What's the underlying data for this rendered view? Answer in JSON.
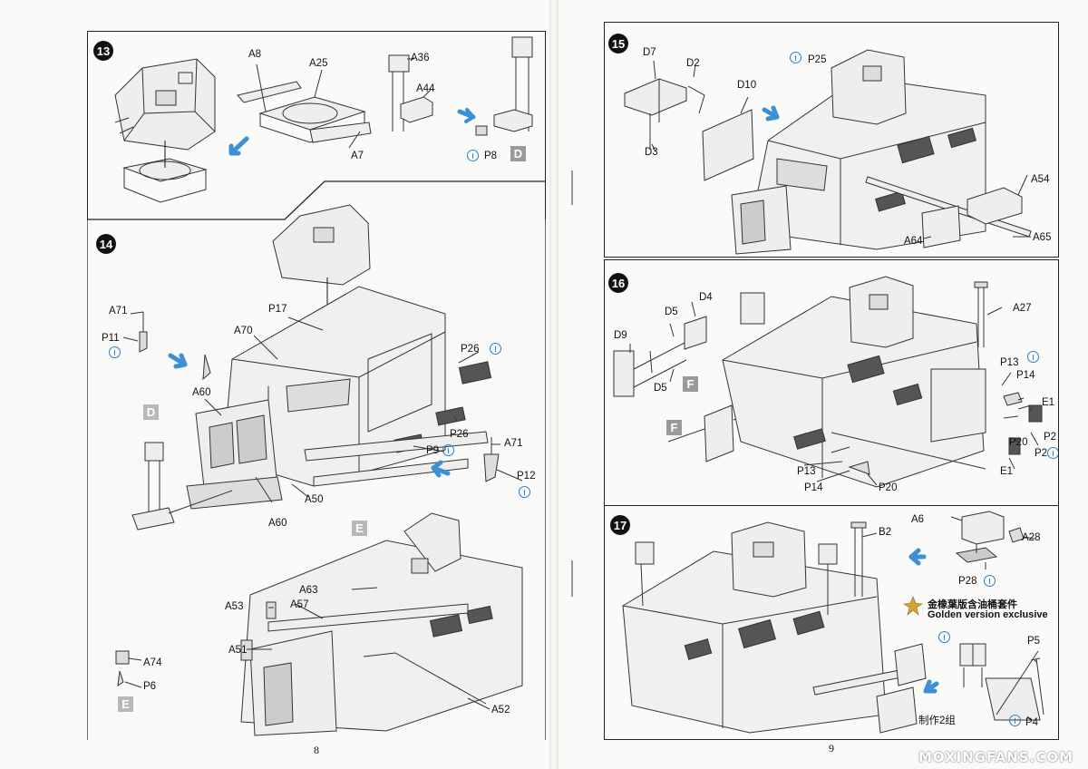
{
  "pages": {
    "left_number": "8",
    "right_number": "9"
  },
  "steps": {
    "s13": {
      "number": "13",
      "labels": {
        "a8": "A8",
        "a25": "A25",
        "a36": "A36",
        "a44": "A44",
        "a7": "A7",
        "p8": "P8"
      },
      "sub": "D"
    },
    "s14": {
      "number": "14",
      "labels": {
        "a71a": "A71",
        "p11": "P11",
        "a70": "A70",
        "p17": "P17",
        "p26": "P26",
        "a60a": "A60",
        "a60b": "A60",
        "a50": "A50",
        "p9": "P9",
        "p26b": "P26",
        "a71b": "A71",
        "p12": "P12",
        "a63": "A63",
        "a53": "A53",
        "a57": "A57",
        "a51": "A51",
        "a74": "A74",
        "p6": "P6",
        "a52": "A52"
      },
      "sub_d": "D",
      "sub_e1": "E",
      "sub_e2": "E"
    },
    "s15": {
      "number": "15",
      "labels": {
        "d7": "D7",
        "d2": "D2",
        "d10": "D10",
        "p25": "P25",
        "d3": "D3",
        "a54": "A54",
        "a64": "A64",
        "a65": "A65"
      }
    },
    "s16": {
      "number": "16",
      "labels": {
        "d4": "D4",
        "d5a": "D5",
        "d9": "D9",
        "d5b": "D5",
        "a27": "A27",
        "p13a": "P13",
        "p14a": "P14",
        "e1a": "E1",
        "p2a": "P2",
        "p20a": "P20",
        "p2b": "P2",
        "e1b": "E1",
        "p13b": "P13",
        "p14b": "P14",
        "p20b": "P20"
      },
      "sub_f1": "F",
      "sub_f2": "F"
    },
    "s17": {
      "number": "17",
      "labels": {
        "b2": "B2",
        "a6": "A6",
        "a28": "A28",
        "p28": "P28",
        "p5": "P5",
        "p4": "P4"
      },
      "golden_cn": "金橡葉版含油桶套件",
      "golden_en": "Golden version exclusive",
      "make_two": "制作2组"
    }
  },
  "watermark": "MOXINGFANS.COM"
}
